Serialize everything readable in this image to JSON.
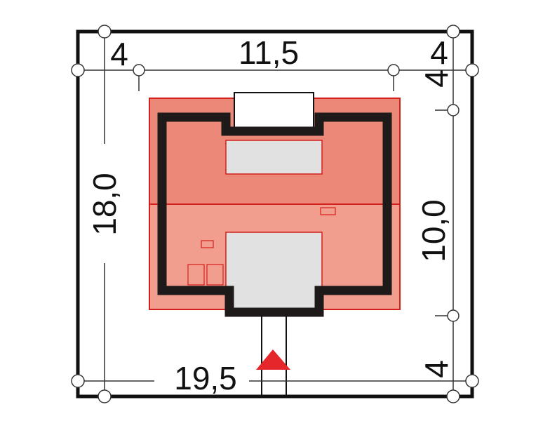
{
  "dimensions": {
    "top_width": "11,5",
    "left_setback_top": "4",
    "right_setback_top": "4",
    "right_top_offset": "4",
    "left_height": "18,0",
    "right_height": "10,0",
    "bottom_width": "19,5",
    "right_bottom_offset": "4"
  },
  "colors": {
    "plot_border": "#111111",
    "roof_upper": "#ec8877",
    "roof_lower": "#f19e8e",
    "roof_outline": "#d4201c",
    "wall": "#1f1a1a",
    "terrace": "#e1e1e1",
    "dimension_line": "#333333",
    "entrance_arrow": "#e5262a"
  },
  "icons": {
    "entrance": "entrance-arrow-icon"
  }
}
